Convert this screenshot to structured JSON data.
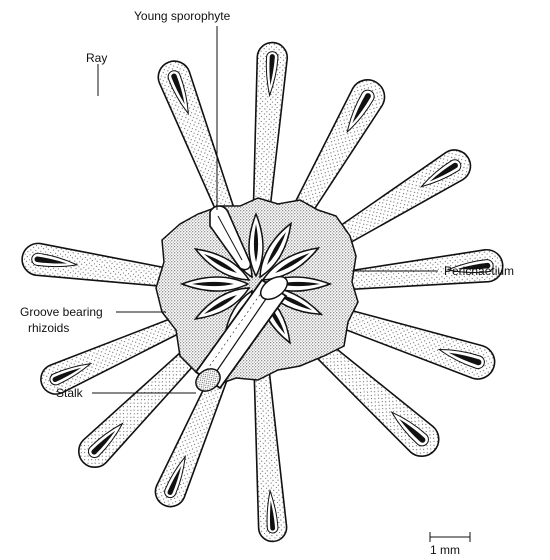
{
  "labels": {
    "young_sporophyte": "Young sporophyte",
    "ray": "Ray",
    "perichaetium": "Perichaetium",
    "groove_line1": "Groove bearing",
    "groove_line2": "rhizoids",
    "stalk": "Stalk",
    "scale_bar": "1 mm"
  },
  "colors": {
    "ink": "#111111",
    "paper": "#ffffff",
    "stipple": "#d9d9d9"
  }
}
